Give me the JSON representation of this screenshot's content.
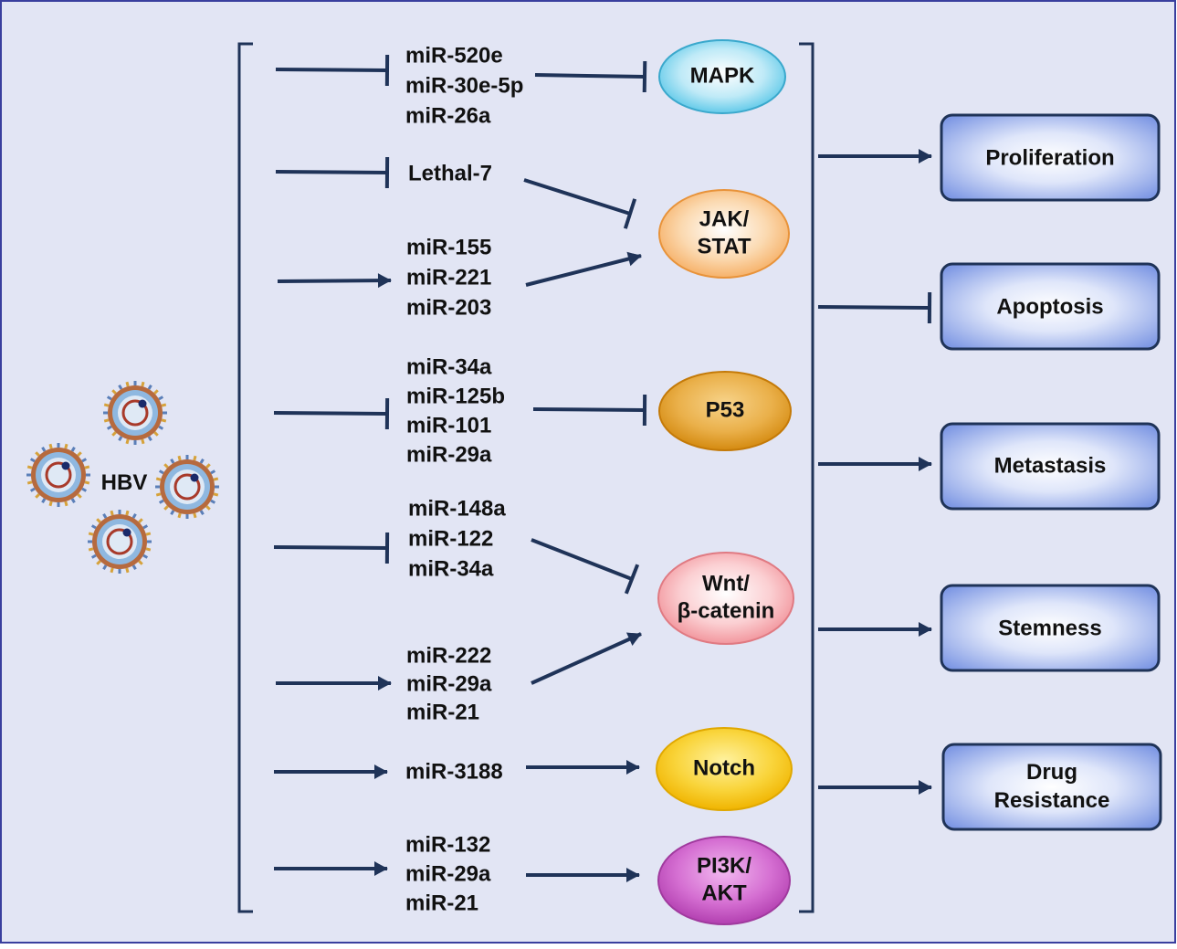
{
  "virus": {
    "label": "HBV"
  },
  "mirna_groups": [
    [
      "miR-520e",
      "miR-30e-5p",
      "miR-26a"
    ],
    [
      "Lethal-7"
    ],
    [
      "miR-155",
      "miR-221",
      "miR-203"
    ],
    [
      "miR-34a",
      "miR-125b",
      "miR-101",
      "miR-29a"
    ],
    [
      "miR-148a",
      "miR-122",
      "miR-34a"
    ],
    [
      "miR-222",
      "miR-29a",
      "miR-21"
    ],
    [
      "miR-3188"
    ],
    [
      "miR-132",
      "miR-29a",
      "miR-21"
    ]
  ],
  "pathways": [
    {
      "lines": [
        "MAPK"
      ],
      "color": "#4ec3e6"
    },
    {
      "lines": [
        "JAK/",
        "STAT"
      ],
      "color": "#f7b56a"
    },
    {
      "lines": [
        "P53"
      ],
      "color": "#e39a1f"
    },
    {
      "lines": [
        "Wnt/",
        "β-catenin"
      ],
      "color": "#f49aa0"
    },
    {
      "lines": [
        "Notch"
      ],
      "color": "#f5c400"
    },
    {
      "lines": [
        "PI3K/",
        "AKT"
      ],
      "color": "#c54fc2"
    }
  ],
  "outcomes": [
    {
      "lines": [
        "Proliferation"
      ]
    },
    {
      "lines": [
        "Apoptosis"
      ]
    },
    {
      "lines": [
        "Metastasis"
      ]
    },
    {
      "lines": [
        "Stemness"
      ]
    },
    {
      "lines": [
        "Drug",
        "Resistance"
      ]
    }
  ],
  "colors": {
    "background": "#e2e5f4",
    "border": "#3a3f9e",
    "line": "#1f3358",
    "outcome_fill": "#7e98e4",
    "outcome_border": "#1f3358"
  }
}
